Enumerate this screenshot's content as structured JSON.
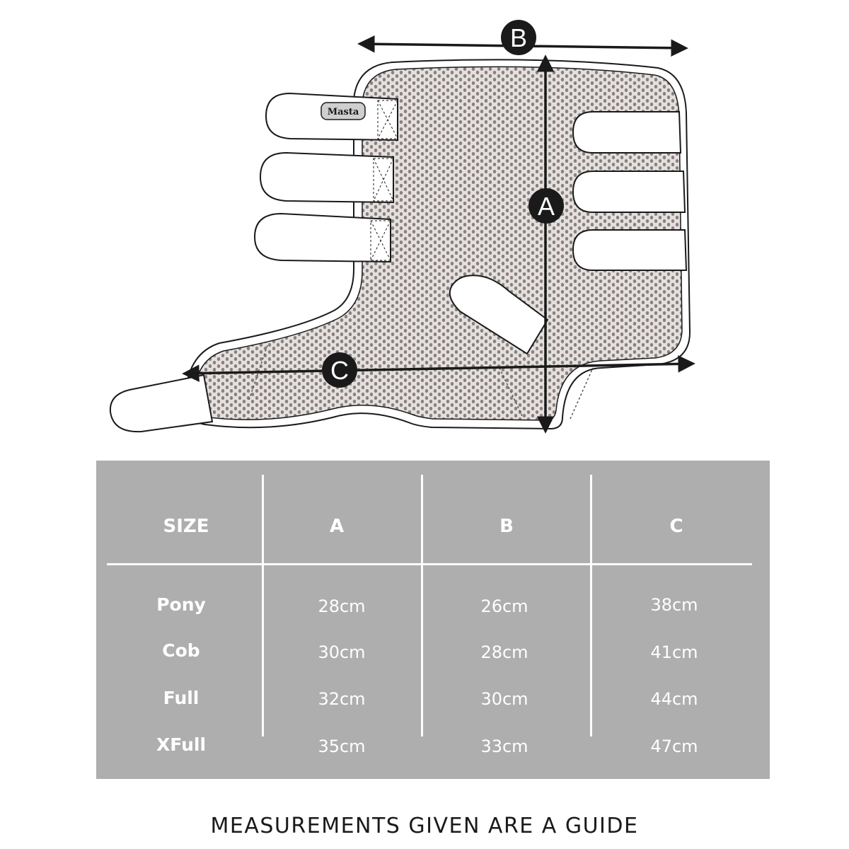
{
  "diagram": {
    "brand_label": "Masta",
    "markers": {
      "a": "A",
      "b": "B",
      "c": "C"
    }
  },
  "table": {
    "headers": [
      "SIZE",
      "A",
      "B",
      "C"
    ],
    "rows": [
      {
        "size": "Pony",
        "a": "28cm",
        "b": "26cm",
        "c": "38cm"
      },
      {
        "size": "Cob",
        "a": "30cm",
        "b": "28cm",
        "c": "41cm"
      },
      {
        "size": "Full",
        "a": "32cm",
        "b": "30cm",
        "c": "44cm"
      },
      {
        "size": "XFull",
        "a": "35cm",
        "b": "33cm",
        "c": "47cm"
      }
    ]
  },
  "footer": "MEASUREMENTS GIVEN ARE A GUIDE",
  "colors": {
    "table_bg": "#aeaeae",
    "mesh": "#8a8080",
    "ink": "#1a1a1a"
  }
}
